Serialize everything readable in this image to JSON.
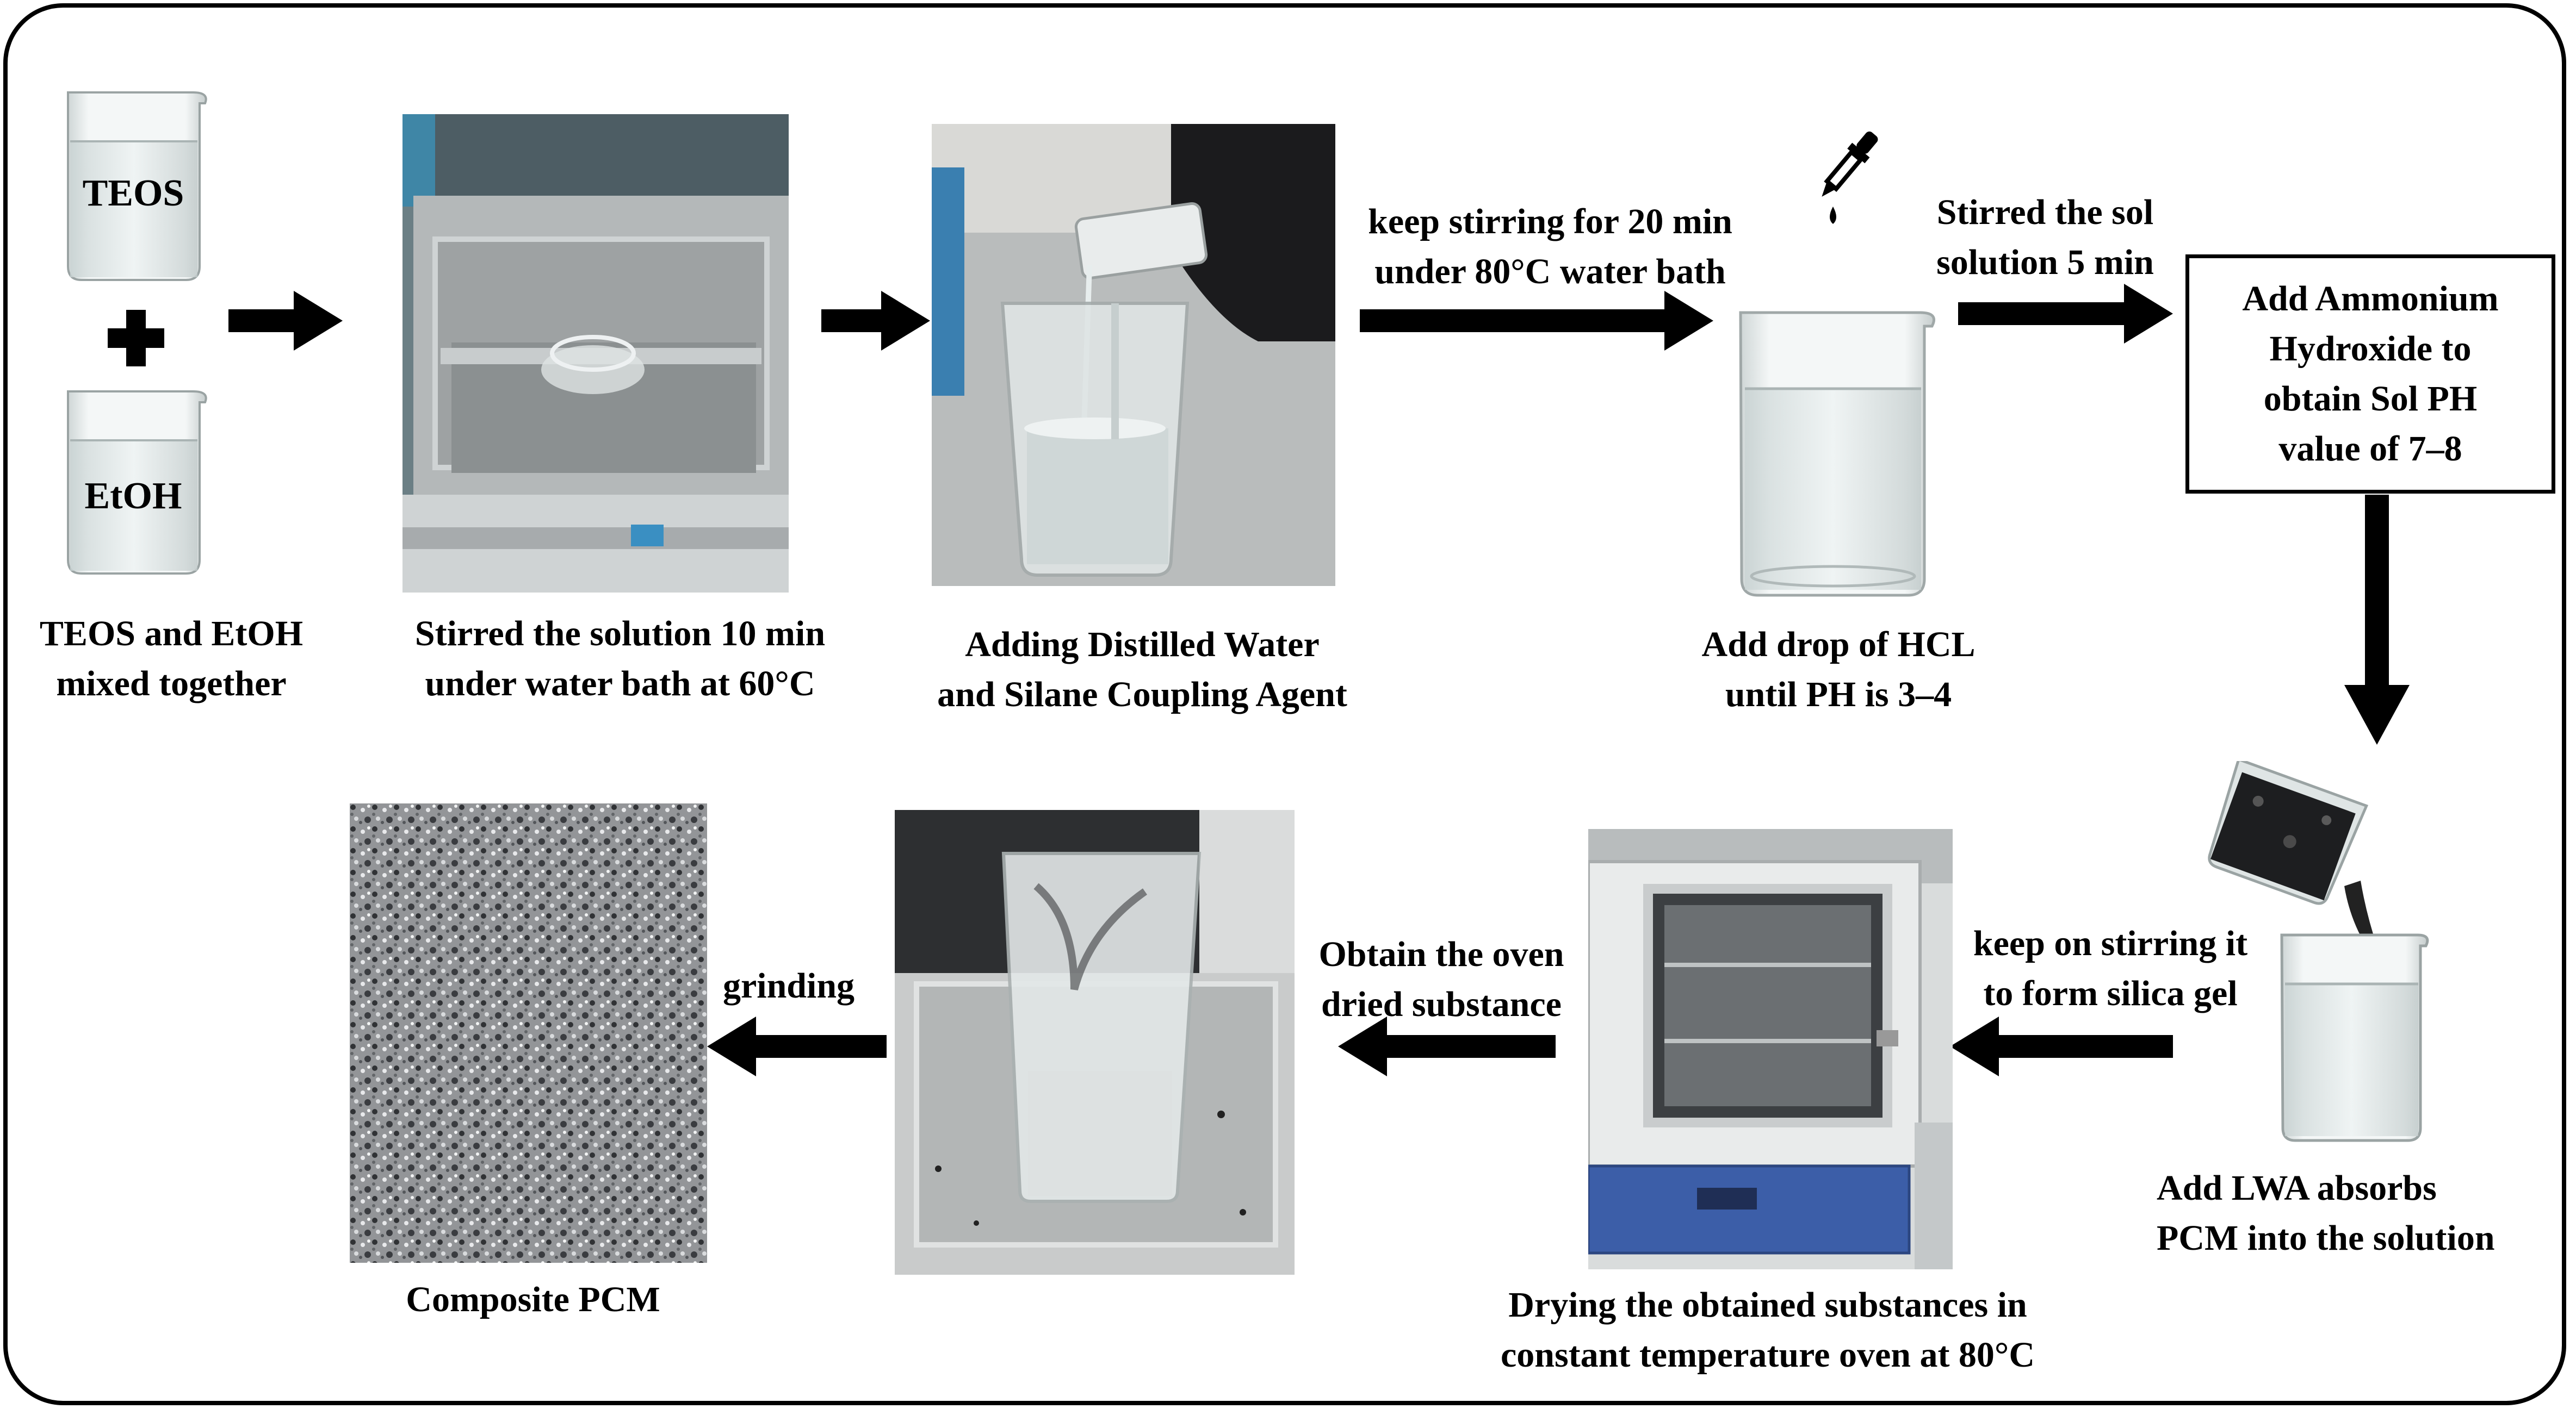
{
  "colors": {
    "arrow": "#000000",
    "border": "#000000"
  },
  "beakers": {
    "teos": "TEOS",
    "etoh": "EtOH"
  },
  "steps": {
    "mix": "TEOS and EtOH\nmixed together",
    "stir10": "Stirred the solution 10 min\nunder water bath at 60°C",
    "distilled": "Adding Distilled Water\nand Silane Coupling Agent",
    "keep20": "keep stirring for 20 min\nunder 80°C water bath",
    "hcl": "Add drop of HCL\nuntil PH is 3–4",
    "stir5": "Stirred the sol\nsolution 5 min",
    "ammonium": "Add Ammonium\nHydroxide to\nobtain Sol PH\nvalue of 7–8",
    "lwa": "Add  LWA  absorbs\nPCM into the solution",
    "silica": "keep on stirring it\nto form silica gel",
    "drying": "Drying the obtained substances in\nconstant temperature oven at 80°C",
    "ovendried": "Obtain the oven\ndried substance",
    "grinding": "grinding",
    "composite": "Composite PCM"
  }
}
